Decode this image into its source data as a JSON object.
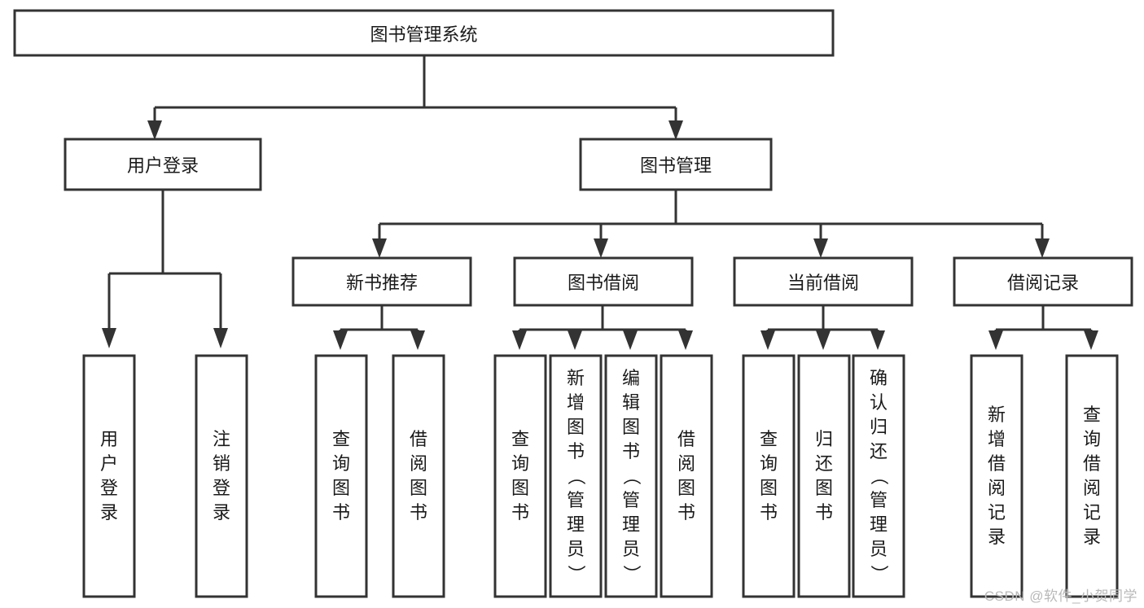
{
  "diagram": {
    "title": "图书管理系统",
    "type": "tree",
    "watermark": "CSDN @软件_小贺同学",
    "colors": {
      "box_stroke": "#333333",
      "box_fill": "#ffffff",
      "line": "#333333",
      "text": "#1a1a1a",
      "background": "#ffffff",
      "watermark": "#b9b9b9"
    },
    "root": {
      "id": "root",
      "label": "图书管理系统",
      "orientation": "horizontal"
    },
    "level2": [
      {
        "id": "user-login",
        "label": "用户登录",
        "orientation": "horizontal"
      },
      {
        "id": "book-manage",
        "label": "图书管理",
        "orientation": "horizontal"
      }
    ],
    "level3": [
      {
        "id": "new-book-recommend",
        "label": "新书推荐",
        "orientation": "horizontal",
        "parent": "book-manage"
      },
      {
        "id": "book-borrow",
        "label": "图书借阅",
        "orientation": "horizontal",
        "parent": "book-manage"
      },
      {
        "id": "current-borrow",
        "label": "当前借阅",
        "orientation": "horizontal",
        "parent": "book-manage"
      },
      {
        "id": "borrow-record",
        "label": "借阅记录",
        "orientation": "horizontal",
        "parent": "book-manage"
      }
    ],
    "leaves": [
      {
        "id": "leaf-user-login",
        "parent": "user-login",
        "orientation": "vertical",
        "chars": [
          "用",
          "户",
          "登",
          "录"
        ],
        "text": "用户登录"
      },
      {
        "id": "leaf-logout-login",
        "parent": "user-login",
        "orientation": "vertical",
        "chars": [
          "注",
          "销",
          "登",
          "录"
        ],
        "text": "注销登录"
      },
      {
        "id": "leaf-query-book-1",
        "parent": "new-book-recommend",
        "orientation": "vertical",
        "chars": [
          "查",
          "询",
          "图",
          "书"
        ],
        "text": "查询图书"
      },
      {
        "id": "leaf-borrow-book-1",
        "parent": "new-book-recommend",
        "orientation": "vertical",
        "chars": [
          "借",
          "阅",
          "图",
          "书"
        ],
        "text": "借阅图书"
      },
      {
        "id": "leaf-query-book-2",
        "parent": "book-borrow",
        "orientation": "vertical",
        "chars": [
          "查",
          "询",
          "图",
          "书"
        ],
        "text": "查询图书"
      },
      {
        "id": "leaf-add-book-admin",
        "parent": "book-borrow",
        "orientation": "vertical",
        "chars": [
          "新",
          "增",
          "图",
          "书",
          "（",
          "管",
          "理",
          "员",
          "）"
        ],
        "text": "新增图书（管理员）"
      },
      {
        "id": "leaf-edit-book-admin",
        "parent": "book-borrow",
        "orientation": "vertical",
        "chars": [
          "编",
          "辑",
          "图",
          "书",
          "（",
          "管",
          "理",
          "员",
          "）"
        ],
        "text": "编辑图书（管理员）"
      },
      {
        "id": "leaf-borrow-book-2",
        "parent": "book-borrow",
        "orientation": "vertical",
        "chars": [
          "借",
          "阅",
          "图",
          "书"
        ],
        "text": "借阅图书"
      },
      {
        "id": "leaf-query-book-3",
        "parent": "current-borrow",
        "orientation": "vertical",
        "chars": [
          "查",
          "询",
          "图",
          "书"
        ],
        "text": "查询图书"
      },
      {
        "id": "leaf-return-book",
        "parent": "current-borrow",
        "orientation": "vertical",
        "chars": [
          "归",
          "还",
          "图",
          "书"
        ],
        "text": "归还图书"
      },
      {
        "id": "leaf-confirm-return-admin",
        "parent": "current-borrow",
        "orientation": "vertical",
        "chars": [
          "确",
          "认",
          "归",
          "还",
          "（",
          "管",
          "理",
          "员",
          "）"
        ],
        "text": "确认归还（管理员）"
      },
      {
        "id": "leaf-add-borrow-record",
        "parent": "borrow-record",
        "orientation": "vertical",
        "chars": [
          "新",
          "增",
          "借",
          "阅",
          "记",
          "录"
        ],
        "text": "新增借阅记录"
      },
      {
        "id": "leaf-query-borrow-record",
        "parent": "borrow-record",
        "orientation": "vertical",
        "chars": [
          "查",
          "询",
          "借",
          "阅",
          "记",
          "录"
        ],
        "text": "查询借阅记录"
      }
    ]
  }
}
